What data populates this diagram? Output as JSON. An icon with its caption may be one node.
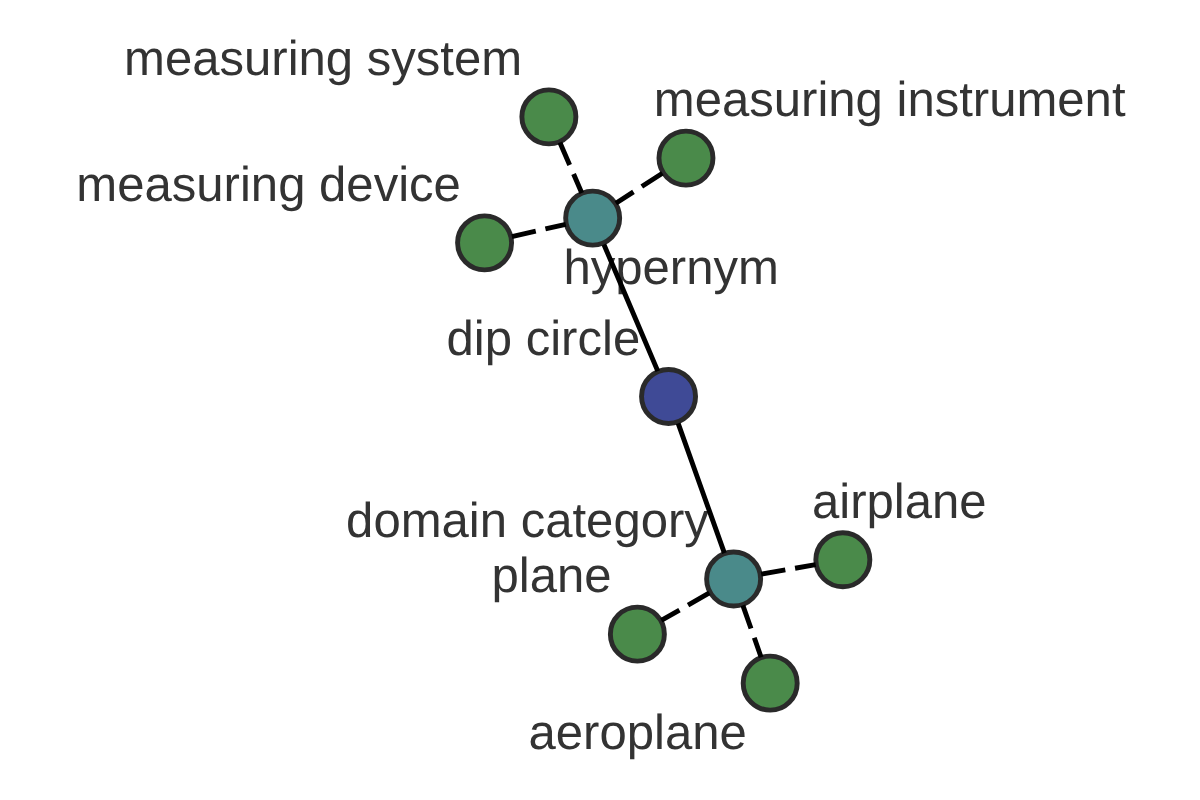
{
  "diagram": {
    "nodes": [
      {
        "text": [
          "measuring system"
        ]
      },
      {
        "text": [
          "measuring instrument"
        ]
      },
      {
        "text": [
          "measuring device"
        ]
      },
      {
        "text": [
          "hypernym"
        ]
      },
      {
        "text": [
          "dip circle"
        ]
      },
      {
        "text": [
          "domain category"
        ]
      },
      {
        "text": [
          "plane"
        ]
      },
      {
        "text": [
          "airplane"
        ]
      },
      {
        "text": [
          "aeroplane"
        ]
      }
    ],
    "edges": [
      {
        "from": 0,
        "to": 3,
        "arrow": "none",
        "style": "dashed"
      },
      {
        "from": 1,
        "to": 3,
        "arrow": "none",
        "style": "dashed"
      },
      {
        "from": 2,
        "to": 3,
        "arrow": "none",
        "style": "dashed"
      },
      {
        "from": 3,
        "to": 4,
        "arrow": "none"
      },
      {
        "from": 4,
        "to": 5,
        "arrow": "none"
      },
      {
        "from": 5,
        "to": 6,
        "arrow": "none",
        "style": "dashed"
      },
      {
        "from": 5,
        "to": 7,
        "arrow": "none",
        "style": "dashed"
      },
      {
        "from": 5,
        "to": 8,
        "arrow": "none",
        "style": "dashed"
      }
    ]
  }
}
